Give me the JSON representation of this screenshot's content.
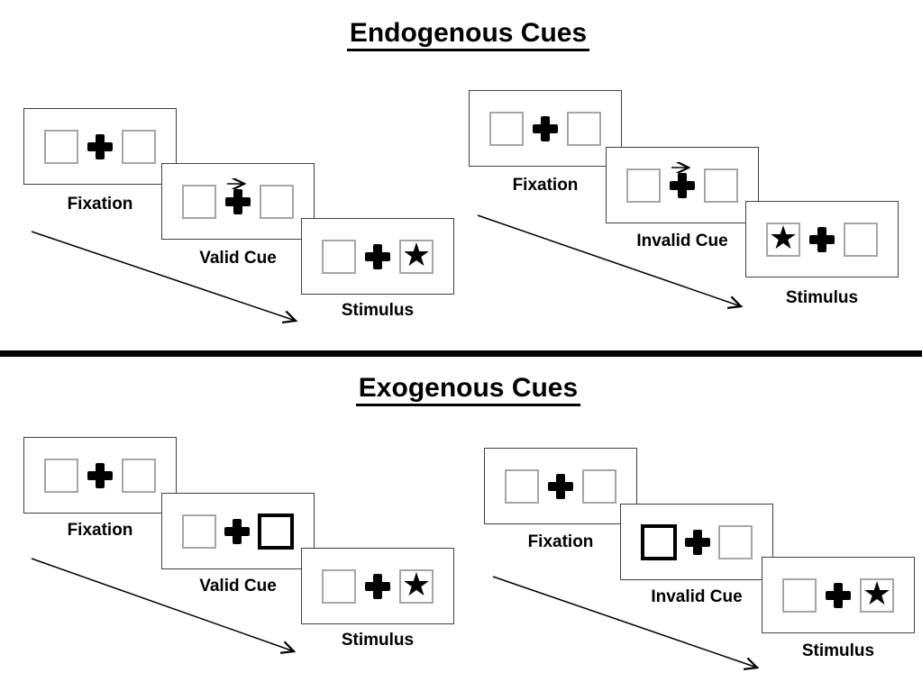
{
  "sections": [
    {
      "id": "endogenous",
      "title": "Endogenous Cues",
      "groups": [
        {
          "id": "valid",
          "panels": [
            {
              "label": "Fixation",
              "content": "two empty boxes with central fixation cross"
            },
            {
              "label": "Valid Cue",
              "content": "rightward arrow above fixation cross",
              "cue": "arrow-right"
            },
            {
              "label": "Stimulus",
              "content": "star in right box",
              "star_side": "right"
            }
          ]
        },
        {
          "id": "invalid",
          "panels": [
            {
              "label": "Fixation",
              "content": "two empty boxes with central fixation cross"
            },
            {
              "label": "Invalid Cue",
              "content": "rightward arrow above fixation cross",
              "cue": "arrow-right"
            },
            {
              "label": "Stimulus",
              "content": "star in left box",
              "star_side": "left"
            }
          ]
        }
      ]
    },
    {
      "id": "exogenous",
      "title": "Exogenous Cues",
      "groups": [
        {
          "id": "valid",
          "panels": [
            {
              "label": "Fixation",
              "content": "two empty boxes with central fixation cross"
            },
            {
              "label": "Valid Cue",
              "content": "right box highlighted with thick black border",
              "cue": "box-right"
            },
            {
              "label": "Stimulus",
              "content": "star in right box",
              "star_side": "right"
            }
          ]
        },
        {
          "id": "invalid",
          "panels": [
            {
              "label": "Fixation",
              "content": "two empty boxes with central fixation cross"
            },
            {
              "label": "Invalid Cue",
              "content": "left box highlighted with thick black border",
              "cue": "box-left"
            },
            {
              "label": "Stimulus",
              "content": "star in right box",
              "star_side": "right"
            }
          ]
        }
      ]
    }
  ],
  "icons": {
    "star": "★"
  },
  "colors": {
    "background": "#ffffff",
    "ink": "#000000",
    "panel_border": "#404040",
    "placeholder_box_border": "#a6a6a6"
  }
}
